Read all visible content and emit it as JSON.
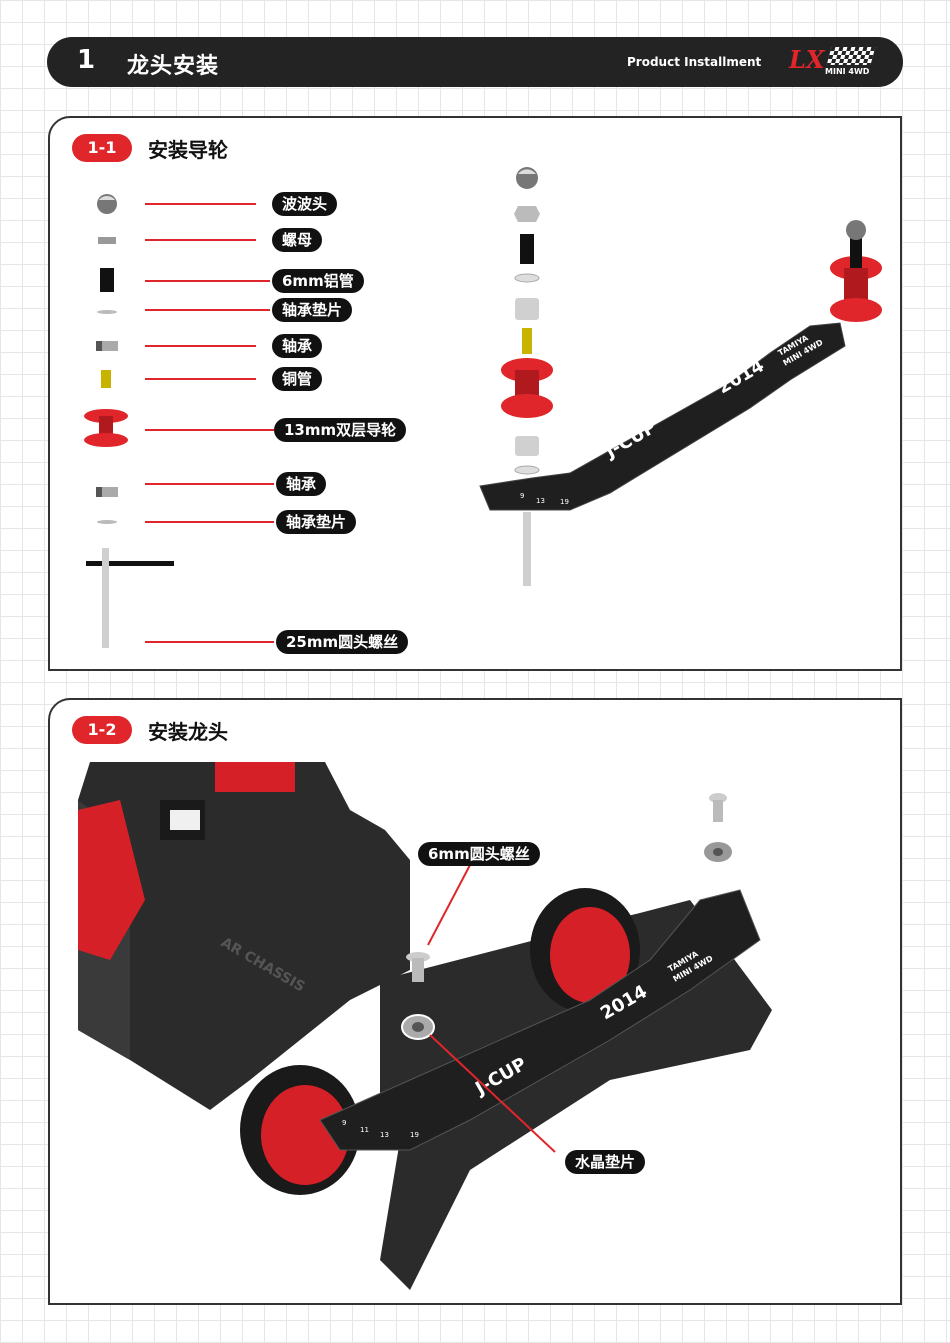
{
  "header": {
    "number": "1",
    "title": "龙头安装",
    "subtitle": "Product Installment",
    "logo": {
      "mark": "LX",
      "sub": "MINI 4WD"
    }
  },
  "section1": {
    "badge": "1-1",
    "title": "安装导轮",
    "labels": [
      "波波头",
      "螺母",
      "6mm铝管",
      "轴承垫片",
      "轴承",
      "铜管",
      "13mm双层导轮",
      "轴承",
      "轴承垫片",
      "25mm圆头螺丝"
    ],
    "plate": {
      "brand": "J-CUP",
      "year": "2014",
      "maker": "TAMIYA",
      "series": "MINI 4WD",
      "marks": [
        "9",
        "13",
        "19"
      ]
    }
  },
  "section2": {
    "badge": "1-2",
    "title": "安装龙头",
    "labels": {
      "screw": "6mm圆头螺丝",
      "washer": "水晶垫片"
    },
    "plate": {
      "brand": "J-CUP",
      "year": "2014",
      "maker": "TAMIYA",
      "series": "MINI 4WD",
      "marks": [
        "9",
        "11",
        "13",
        "19"
      ]
    },
    "chassis_text": "AR CHASSIS"
  },
  "colors": {
    "accent": "#e0262b",
    "dark": "#232323",
    "chassis": "#2b2b2b",
    "brass": "#c8b400"
  }
}
